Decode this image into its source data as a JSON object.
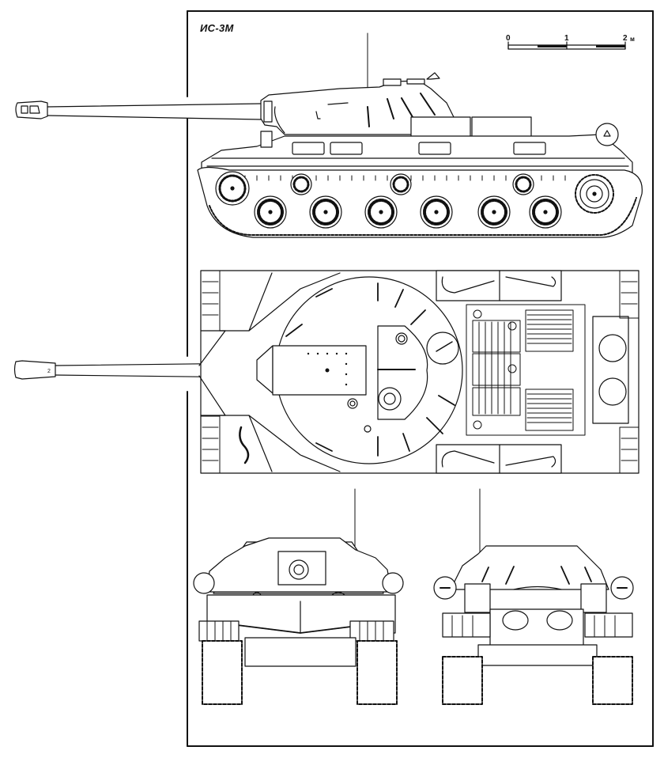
{
  "drawing": {
    "title": "ИС-3М",
    "subject": "IS-3M heavy tank",
    "ink_color": "#111111",
    "paper_color": "#ffffff"
  },
  "scale_bar": {
    "ticks": [
      "0",
      "1",
      "2"
    ],
    "unit": "м"
  },
  "views": [
    {
      "id": "side",
      "label": "side-view"
    },
    {
      "id": "top",
      "label": "top-view"
    },
    {
      "id": "front",
      "label": "front-view"
    },
    {
      "id": "rear",
      "label": "rear-view"
    }
  ],
  "markings": {
    "top_gun_number": "2"
  }
}
